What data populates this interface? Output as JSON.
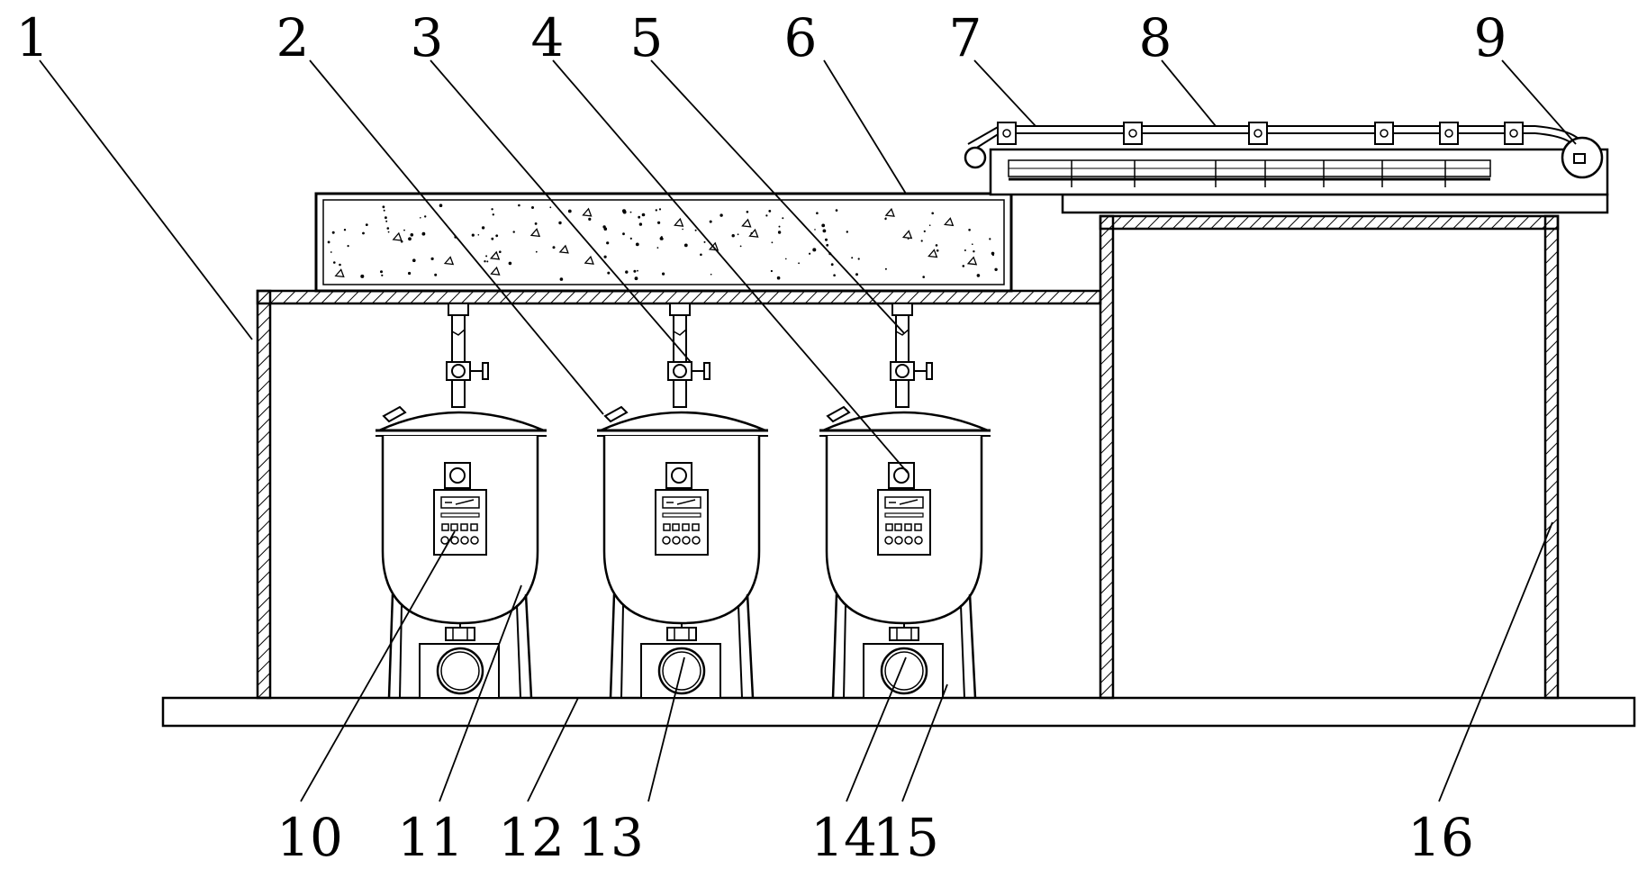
{
  "figure": {
    "callouts": {
      "c1": "1",
      "c2": "2",
      "c3": "3",
      "c4": "4",
      "c5": "5",
      "c6": "6",
      "c7": "7",
      "c8": "8",
      "c9": "9",
      "c10": "10",
      "c11": "11",
      "c12": "12",
      "c13": "13",
      "c14": "14",
      "c15": "15",
      "c16": "16"
    }
  },
  "colors": {
    "line": "#000000",
    "background": "#ffffff"
  }
}
